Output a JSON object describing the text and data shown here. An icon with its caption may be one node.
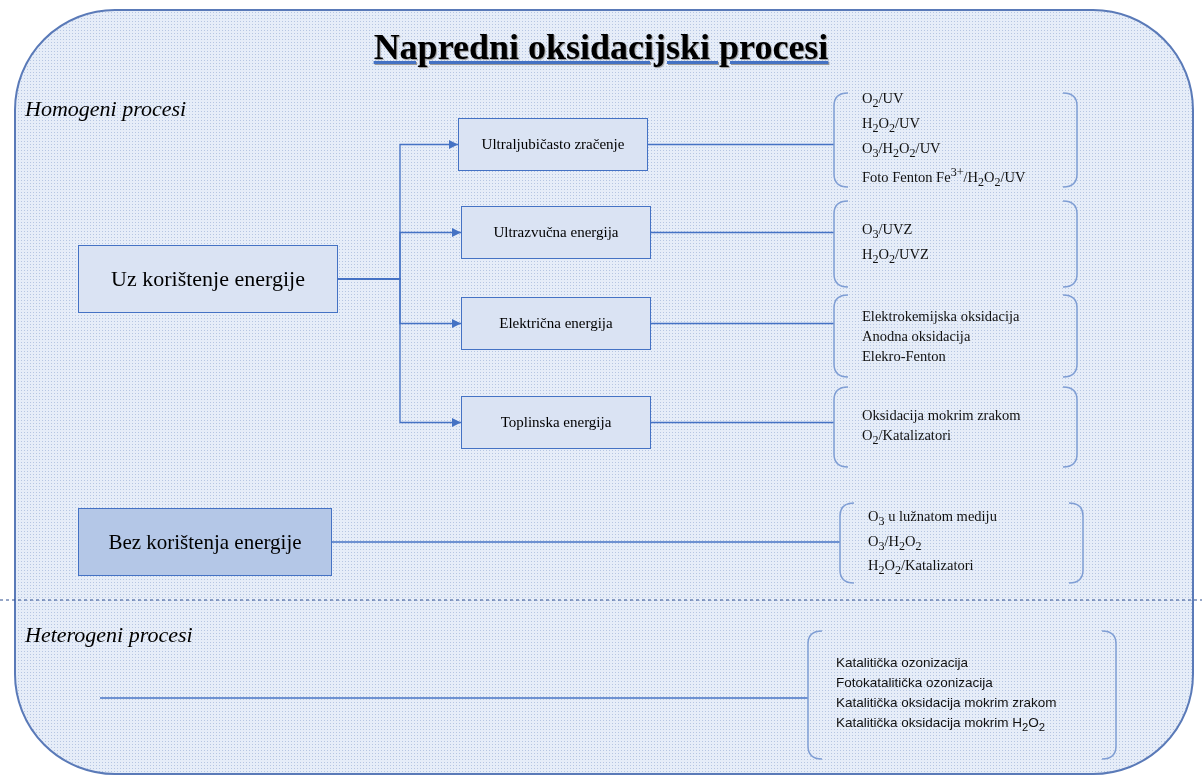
{
  "diagram": {
    "title": "Napredni oksidacijski procesi",
    "nodes": [
      {
        "text": [
          "Uz korištenje energije"
        ]
      },
      {
        "text": [
          "Ultraljubičasto zračenje"
        ]
      },
      {
        "text": [
          "Ultrazvučna energija"
        ]
      },
      {
        "text": [
          "Električna energija"
        ]
      },
      {
        "text": [
          "Toplinska energija"
        ]
      },
      {
        "text": [
          "O$_{2}$/UV",
          "H$_{2}$O$_{2}$/UV",
          "O$_{3}$/H$_{2}$O$_{2}$/UV",
          "Foto Fenton Fe$^{3+}$/H$_{2}$O$_{2}$/UV"
        ]
      },
      {
        "text": [
          "O$_{3}$/UVZ",
          "H$_{2}$O$_{2}$/UVZ"
        ]
      },
      {
        "text": [
          "Elektrokemijska oksidacija",
          "Anodna oksidacija",
          "Elekro-Fenton"
        ]
      },
      {
        "text": [
          "Oksidacija mokrim zrakom",
          "O$_{2}$/Katalizatori"
        ]
      },
      {
        "text": [
          "Bez korištenja energije"
        ]
      },
      {
        "text": [
          "O$_{3}$ u lužnatom mediju",
          "O$_{3}$/H$_{2}$O$_{2}$",
          "H$_{2}$O$_{2}$/Katalizatori"
        ]
      },
      {
        "text": [
          "Katalitička ozonizacija",
          "Fotokatalitička ozonizacija",
          "Katalitička oksidacija mokrim zrakom",
          "Katalitička oksidacija mokrim H$_{2}$O$_{2}$"
        ]
      }
    ],
    "edges": [
      {
        "from": 0,
        "to": 1,
        "arrow": "to"
      },
      {
        "from": 0,
        "to": 2,
        "arrow": "to"
      },
      {
        "from": 0,
        "to": 3,
        "arrow": "to"
      },
      {
        "from": 0,
        "to": 4,
        "arrow": "to"
      },
      {
        "from": 1,
        "to": 5,
        "arrow": "none"
      },
      {
        "from": 2,
        "to": 6,
        "arrow": "none"
      },
      {
        "from": 3,
        "to": 7,
        "arrow": "none"
      },
      {
        "from": 4,
        "to": 8,
        "arrow": "none"
      },
      {
        "from": 9,
        "to": 10,
        "arrow": "none"
      },
      {
        "from": null,
        "to": 11,
        "arrow": "none"
      }
    ],
    "labels": [
      "Homogeni procesi",
      "Heterogeni procesi"
    ]
  }
}
